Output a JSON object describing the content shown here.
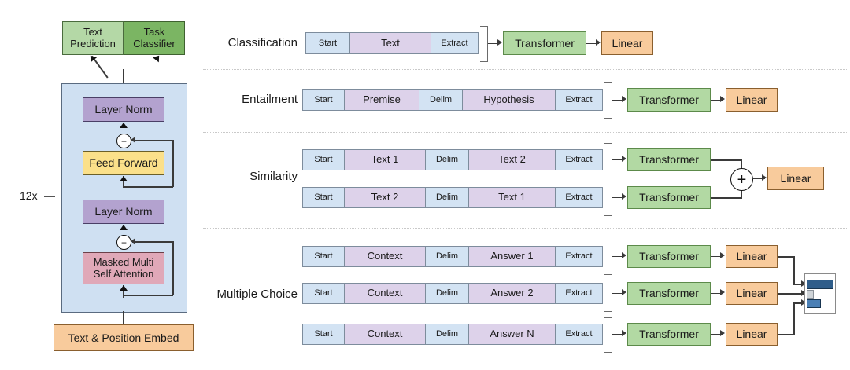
{
  "figure": {
    "title": "GPT Transformer architecture and task-specific input transformations",
    "type": "diagram"
  },
  "left_stack": {
    "repeat_label": "12x",
    "heads": [
      {
        "label": "Text\nPrediction",
        "line1": "Text",
        "line2": "Prediction",
        "color": "#b4d8a6"
      },
      {
        "label": "Task\nClassifier",
        "line1": "Task",
        "line2": "Classifier",
        "color": "#7bb563"
      }
    ],
    "blocks": [
      {
        "label": "Layer Norm",
        "color": "#b3a2cf"
      },
      {
        "label": "Feed Forward",
        "color": "#fbe08a"
      },
      {
        "label": "Layer Norm",
        "color": "#b3a2cf"
      },
      {
        "line1": "Masked Multi",
        "line2": "Self Attention",
        "color": "#e0a8b8"
      }
    ],
    "embed": {
      "label": "Text & Position Embed",
      "color": "#f8cb9c"
    },
    "residual_symbol": "+"
  },
  "tasks": [
    {
      "name": "Classification",
      "rows": [
        {
          "tokens": [
            {
              "text": "Start",
              "kind": "blue"
            },
            {
              "text": "Text",
              "kind": "purple"
            },
            {
              "text": "Extract",
              "kind": "blue"
            }
          ],
          "transformer": "Transformer",
          "linear": "Linear"
        }
      ]
    },
    {
      "name": "Entailment",
      "rows": [
        {
          "tokens": [
            {
              "text": "Start",
              "kind": "blue"
            },
            {
              "text": "Premise",
              "kind": "purple"
            },
            {
              "text": "Delim",
              "kind": "blue"
            },
            {
              "text": "Hypothesis",
              "kind": "purple"
            },
            {
              "text": "Extract",
              "kind": "blue"
            }
          ],
          "transformer": "Transformer",
          "linear": "Linear"
        }
      ]
    },
    {
      "name": "Similarity",
      "merge_symbol": "+",
      "linear": "Linear",
      "rows": [
        {
          "tokens": [
            {
              "text": "Start",
              "kind": "blue"
            },
            {
              "text": "Text 1",
              "kind": "purple"
            },
            {
              "text": "Delim",
              "kind": "blue"
            },
            {
              "text": "Text 2",
              "kind": "purple"
            },
            {
              "text": "Extract",
              "kind": "blue"
            }
          ],
          "transformer": "Transformer"
        },
        {
          "tokens": [
            {
              "text": "Start",
              "kind": "blue"
            },
            {
              "text": "Text 2",
              "kind": "purple"
            },
            {
              "text": "Delim",
              "kind": "blue"
            },
            {
              "text": "Text 1",
              "kind": "purple"
            },
            {
              "text": "Extract",
              "kind": "blue"
            }
          ],
          "transformer": "Transformer"
        }
      ]
    },
    {
      "name": "Multiple Choice",
      "rows": [
        {
          "tokens": [
            {
              "text": "Start",
              "kind": "blue"
            },
            {
              "text": "Context",
              "kind": "purple"
            },
            {
              "text": "Delim",
              "kind": "blue"
            },
            {
              "text": "Answer 1",
              "kind": "purple"
            },
            {
              "text": "Extract",
              "kind": "blue"
            }
          ],
          "transformer": "Transformer",
          "linear": "Linear"
        },
        {
          "tokens": [
            {
              "text": "Start",
              "kind": "blue"
            },
            {
              "text": "Context",
              "kind": "purple"
            },
            {
              "text": "Delim",
              "kind": "blue"
            },
            {
              "text": "Answer 2",
              "kind": "purple"
            },
            {
              "text": "Extract",
              "kind": "blue"
            }
          ],
          "transformer": "Transformer",
          "linear": "Linear"
        },
        {
          "tokens": [
            {
              "text": "Start",
              "kind": "blue"
            },
            {
              "text": "Context",
              "kind": "purple"
            },
            {
              "text": "Delim",
              "kind": "blue"
            },
            {
              "text": "Answer N",
              "kind": "purple"
            },
            {
              "text": "Extract",
              "kind": "blue"
            }
          ],
          "transformer": "Transformer",
          "linear": "Linear"
        }
      ],
      "output_bars": [
        {
          "length": 0.95,
          "color": "#2f5d8a"
        },
        {
          "length": 0.18,
          "color": "#cfd4d8"
        },
        {
          "length": 0.45,
          "color": "#4a7fb5"
        }
      ]
    }
  ],
  "palette": {
    "token_blue": "#d3e3f3",
    "token_purple": "#ddd2ea",
    "transformer_green": "#b2d9a3",
    "linear_orange": "#f8cb9c",
    "layernorm_purple": "#b3a2cf",
    "feedforward_yellow": "#fbe08a",
    "attention_pink": "#e0a8b8",
    "stack_bg_blue": "#cfe0f2",
    "head_green_light": "#b4d8a6",
    "head_green_dark": "#7bb563",
    "bar_dark": "#2f5d8a",
    "bar_mid": "#4a7fb5",
    "bar_gray": "#cfd4d8"
  }
}
